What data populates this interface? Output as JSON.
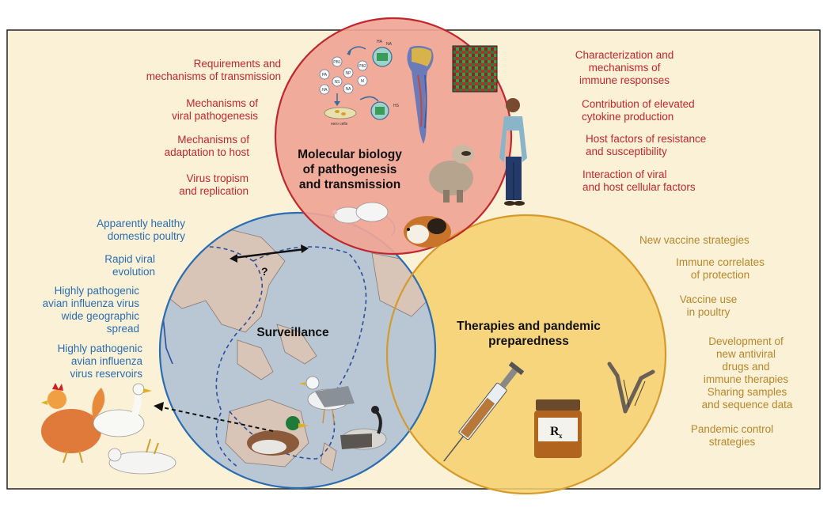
{
  "circles": {
    "top": {
      "title": "Molecular biology\nof pathogenesis\nand transmission",
      "color": "#c0272d",
      "fill": "#f0a596"
    },
    "left": {
      "title": "Surveillance",
      "color": "#2a6db0",
      "fill": "#b9c6d4"
    },
    "right": {
      "title": "Therapies and pandemic\npreparedness",
      "color": "#d69a2b",
      "fill": "#f6d06d"
    }
  },
  "red_left_labels": [
    "Requirements and\nmechanisms of transmission",
    "Mechanisms of\nviral pathogenesis",
    "Mechanisms of\nadaptation to host",
    "Virus tropism\nand replication"
  ],
  "red_right_labels": [
    "Characterization and\nmechanisms of\nimmune responses",
    "Contribution of elevated\ncytokine production",
    "Host factors of resistance\nand susceptibility",
    "Interaction of viral\nand host cellular factors"
  ],
  "blue_labels": [
    "Apparently healthy\ndomestic poultry",
    "Rapid viral\nevolution",
    "Highly pathogenic\navian influenza virus\nwide geographic\nspread",
    "Highly pathogenic\navian influenza\nvirus reservoirs"
  ],
  "gold_labels": [
    "New vaccine strategies",
    "Immune correlates\nof protection",
    "Vaccine use\nin poultry",
    "Development of\nnew antiviral\ndrugs and\nimmune therapies",
    "Sharing samples\nand sequence data",
    "Pandemic control\nstrategies"
  ],
  "virus_cycle": {
    "proteins": [
      "HA",
      "NA",
      "PB1",
      "PB2",
      "PA",
      "NP",
      "NS",
      "M"
    ],
    "cells_label": "vero cells",
    "receptor_label": "HS",
    "ha_label": "HA",
    "na_label": "NA"
  },
  "map": {
    "question_mark": "?"
  },
  "rx_label": "R",
  "rx_sub": "x",
  "colors": {
    "background": "#fbf1d6",
    "frame": "#222222",
    "red_text": "#c0272d",
    "blue_text": "#2a6db0",
    "gold_text": "#b8862b"
  }
}
